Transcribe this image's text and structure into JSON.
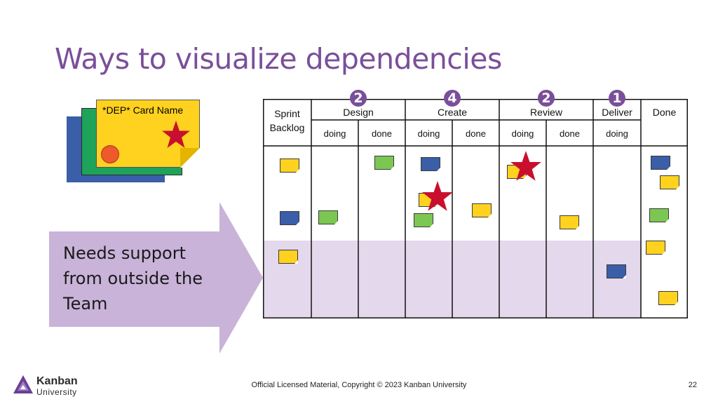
{
  "slide": {
    "title": "Ways to visualize dependencies",
    "page_number": "22",
    "footer": "Official Licensed Material, Copyright © 2023 Kanban University"
  },
  "card_legend": {
    "label": "*DEP* Card Name",
    "colors": {
      "back": "#3a5ea8",
      "middle": "#1ea35a",
      "front": "#ffd21f",
      "dot": "#ee5a2a",
      "star": "#c8102e"
    }
  },
  "callout": {
    "text_lines": [
      "Needs support",
      "from outside the",
      "Team"
    ],
    "color": "#c9b3d9"
  },
  "board": {
    "sprint_backlog_line1": "Sprint",
    "sprint_backlog_line2": "Backlog",
    "columns": {
      "design": {
        "label": "Design",
        "wip": "2"
      },
      "create": {
        "label": "Create",
        "wip": "4"
      },
      "review": {
        "label": "Review",
        "wip": "2"
      },
      "deliver": {
        "label": "Deliver",
        "wip": "1"
      },
      "done": {
        "label": "Done"
      }
    },
    "sub": {
      "doing": "doing",
      "done": "done"
    },
    "shaded_lane_color": "#e3d8ec",
    "sticky_colors": {
      "yellow": "#ffd21f",
      "green": "#7cc753",
      "blue": "#3a5ea8"
    }
  },
  "logo": {
    "line1": "Kanban",
    "line2": "University"
  }
}
